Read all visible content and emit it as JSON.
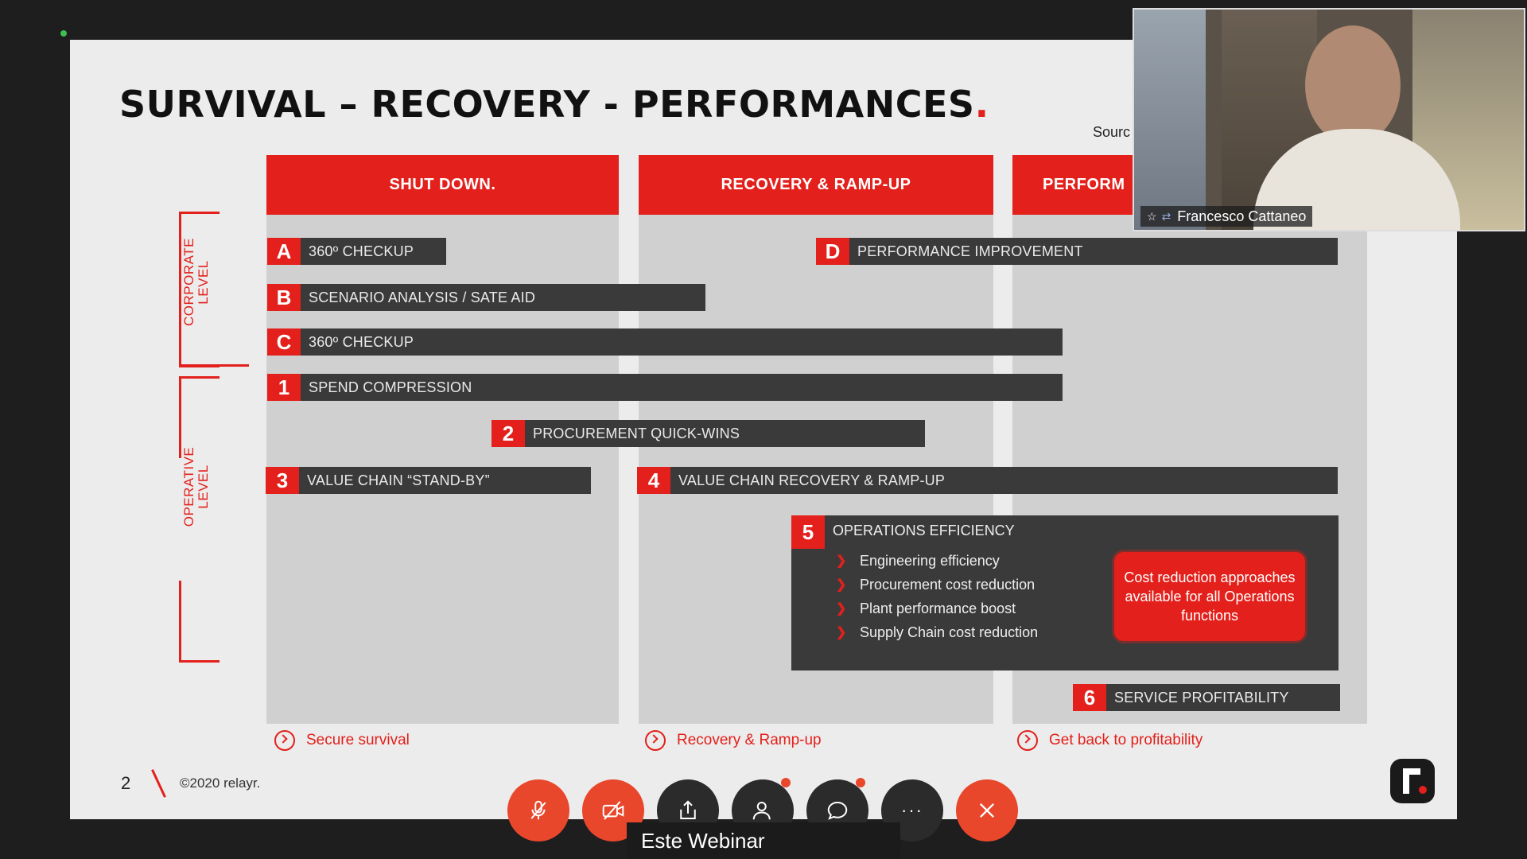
{
  "slide": {
    "title": "SURVIVAL – RECOVERY - PERFORMANCES",
    "title_dot": ".",
    "source_partial": "Sourc",
    "columns": [
      {
        "header": "SHUT DOWN.",
        "footer": "Secure survival"
      },
      {
        "header": "RECOVERY & RAMP-UP",
        "footer": "Recovery & Ramp-up"
      },
      {
        "header": "PERFORM",
        "footer": "Get back to profitability"
      }
    ],
    "levels": {
      "corporate": "CORPORATE\nLEVEL",
      "operative": "OPERATIVE\nLEVEL"
    },
    "bars": [
      {
        "badge": "A",
        "label": "360º CHECKUP"
      },
      {
        "badge": "B",
        "label": "SCENARIO ANALYSIS / SATE AID"
      },
      {
        "badge": "C",
        "label": "360º CHECKUP"
      },
      {
        "badge": "D",
        "label": "PERFORMANCE IMPROVEMENT"
      },
      {
        "badge": "1",
        "label": "SPEND COMPRESSION"
      },
      {
        "badge": "2",
        "label": "PROCUREMENT QUICK-WINS"
      },
      {
        "badge": "3",
        "label": "VALUE CHAIN “STAND-BY”"
      },
      {
        "badge": "4",
        "label": "VALUE CHAIN RECOVERY & RAMP-UP"
      },
      {
        "badge": "6",
        "label": "SERVICE PROFITABILITY"
      }
    ],
    "ops": {
      "badge": "5",
      "title": "OPERATIONS EFFICIENCY",
      "items": [
        "Engineering efficiency",
        "Procurement cost reduction",
        "Plant performance boost",
        "Supply Chain cost reduction"
      ],
      "callout": "Cost reduction approaches available for all Operations functions"
    },
    "page_number": "2",
    "copyright": "©2020 relayr."
  },
  "video": {
    "participant_name": "Francesco Cattaneo"
  },
  "toolbar": {
    "buttons": [
      "mute-mic",
      "stop-video",
      "share-screen",
      "participants",
      "chat",
      "more",
      "end-call"
    ],
    "more_label": "···",
    "caption": "Este Webinar"
  },
  "colors": {
    "accent": "#e3201b",
    "bar": "#3a3a3a",
    "slide_bg": "#ececec",
    "column_bg": "#d0d0d0"
  }
}
